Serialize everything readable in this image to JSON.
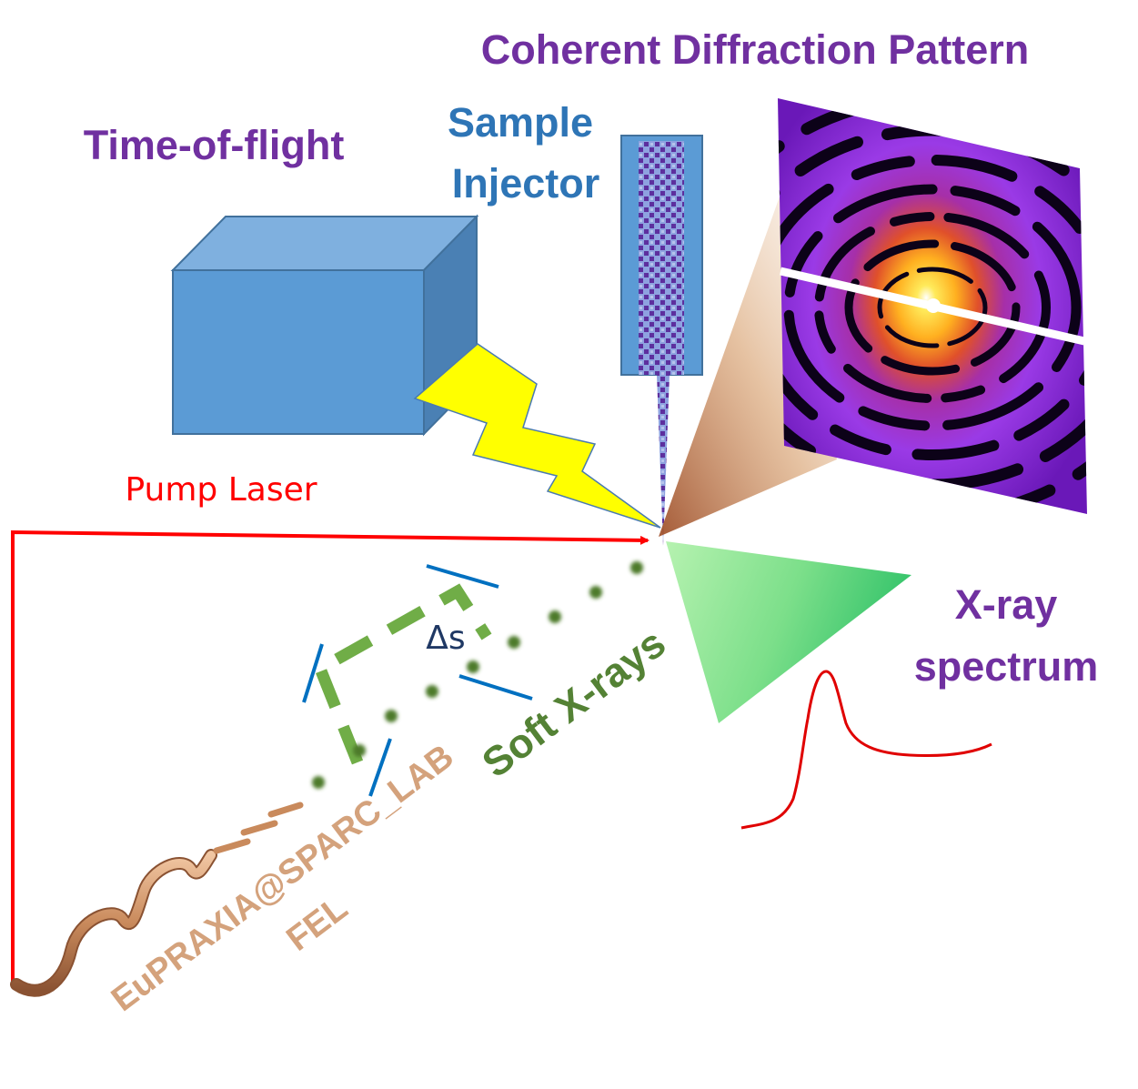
{
  "labels": {
    "diffraction_title": "Coherent Diffraction Pattern",
    "sample_line1": "Sample",
    "sample_line2": "Injector",
    "tof": "Time-of-flight",
    "pump_laser": "Pump Laser",
    "xray_spectrum_line1": "X-ray",
    "xray_spectrum_line2": "spectrum",
    "delta_s": "Δs",
    "soft_xrays": "Soft X-rays",
    "fel_line1": "EuPRAXIA@SPARC_LAB",
    "fel_line2": "FEL"
  },
  "colors": {
    "purple_text": "#7030a0",
    "blue_text": "#2e75b6",
    "red": "#ff0000",
    "green_text": "#548235",
    "green_dashed": "#70ad47",
    "green_dotted": "#4e7a2c",
    "tan": "#d4a27c",
    "box_front": "#5b9bd5",
    "box_top": "#7fb0df",
    "box_side": "#4a80b4",
    "lightning": "#ffff00",
    "navy": "#1f3864",
    "mirror_blue": "#0070c0"
  },
  "icons": {
    "tof_box": "box-3d-icon",
    "lightning": "lightning-bolt-icon",
    "injector": "sample-injector-icon",
    "diffraction": "diffraction-pattern-icon",
    "spectrum": "spectrum-curve-icon",
    "undulator": "undulator-wave-icon"
  }
}
